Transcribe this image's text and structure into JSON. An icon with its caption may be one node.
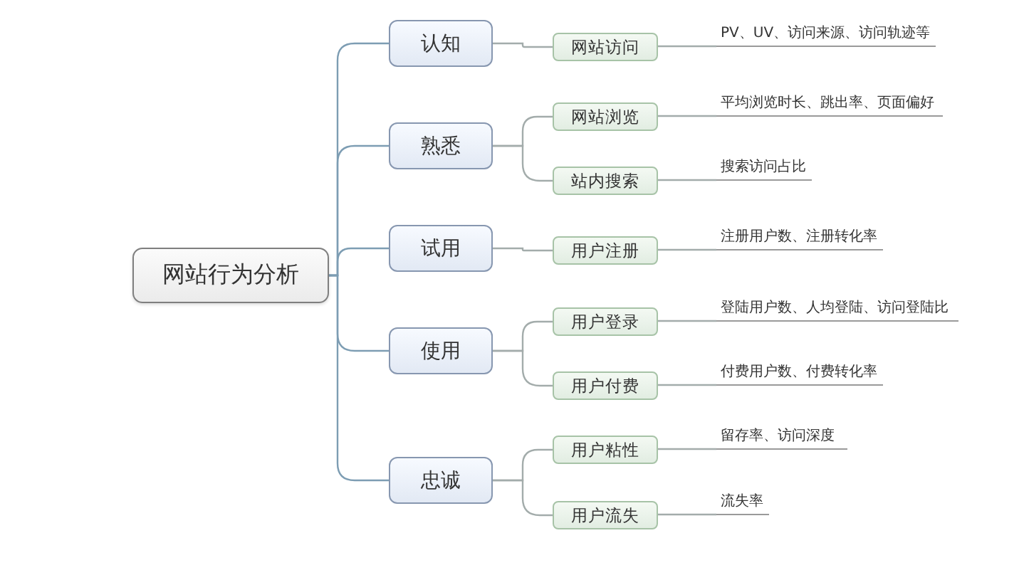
{
  "diagram": {
    "nodes": [
      {
        "text": [
          "网站行为分析"
        ]
      },
      {
        "text": [
          "认知"
        ]
      },
      {
        "text": [
          "网站访问"
        ]
      },
      {
        "text": [
          "PV、UV、访问来源、访问轨迹等"
        ]
      },
      {
        "text": [
          "熟悉"
        ]
      },
      {
        "text": [
          "网站浏览"
        ]
      },
      {
        "text": [
          "平均浏览时长、跳出率、页面偏好"
        ]
      },
      {
        "text": [
          "站内搜索"
        ]
      },
      {
        "text": [
          "搜索访问占比"
        ]
      },
      {
        "text": [
          "试用"
        ]
      },
      {
        "text": [
          "用户注册"
        ]
      },
      {
        "text": [
          "注册用户数、注册转化率"
        ]
      },
      {
        "text": [
          "使用"
        ]
      },
      {
        "text": [
          "用户登录"
        ]
      },
      {
        "text": [
          "登陆用户数、人均登陆、访问登陆比"
        ]
      },
      {
        "text": [
          "用户付费"
        ]
      },
      {
        "text": [
          "付费用户数、付费转化率"
        ]
      },
      {
        "text": [
          "忠诚"
        ]
      },
      {
        "text": [
          "用户粘性"
        ]
      },
      {
        "text": [
          "留存率、访问深度"
        ]
      },
      {
        "text": [
          "用户流失"
        ]
      },
      {
        "text": [
          "流失率"
        ]
      }
    ],
    "edges": [
      {
        "from": 0,
        "to": 1,
        "arrow": "none",
        "color": "#7d9db3"
      },
      {
        "from": 0,
        "to": 4,
        "arrow": "none",
        "color": "#7d9db3"
      },
      {
        "from": 0,
        "to": 9,
        "arrow": "none",
        "color": "#7d9db3"
      },
      {
        "from": 0,
        "to": 12,
        "arrow": "none",
        "color": "#7d9db3"
      },
      {
        "from": 0,
        "to": 17,
        "arrow": "none",
        "color": "#7d9db3"
      },
      {
        "from": 1,
        "to": 2,
        "arrow": "none"
      },
      {
        "from": 2,
        "to": 3,
        "arrow": "none"
      },
      {
        "from": 4,
        "to": 5,
        "arrow": "none"
      },
      {
        "from": 4,
        "to": 7,
        "arrow": "none"
      },
      {
        "from": 5,
        "to": 6,
        "arrow": "none"
      },
      {
        "from": 7,
        "to": 8,
        "arrow": "none"
      },
      {
        "from": 9,
        "to": 10,
        "arrow": "none"
      },
      {
        "from": 10,
        "to": 11,
        "arrow": "none"
      },
      {
        "from": 12,
        "to": 13,
        "arrow": "none"
      },
      {
        "from": 12,
        "to": 15,
        "arrow": "none"
      },
      {
        "from": 13,
        "to": 14,
        "arrow": "none"
      },
      {
        "from": 15,
        "to": 16,
        "arrow": "none"
      },
      {
        "from": 17,
        "to": 18,
        "arrow": "none"
      },
      {
        "from": 17,
        "to": 20,
        "arrow": "none"
      },
      {
        "from": 18,
        "to": 19,
        "arrow": "none"
      },
      {
        "from": 20,
        "to": 21,
        "arrow": "none"
      }
    ]
  }
}
